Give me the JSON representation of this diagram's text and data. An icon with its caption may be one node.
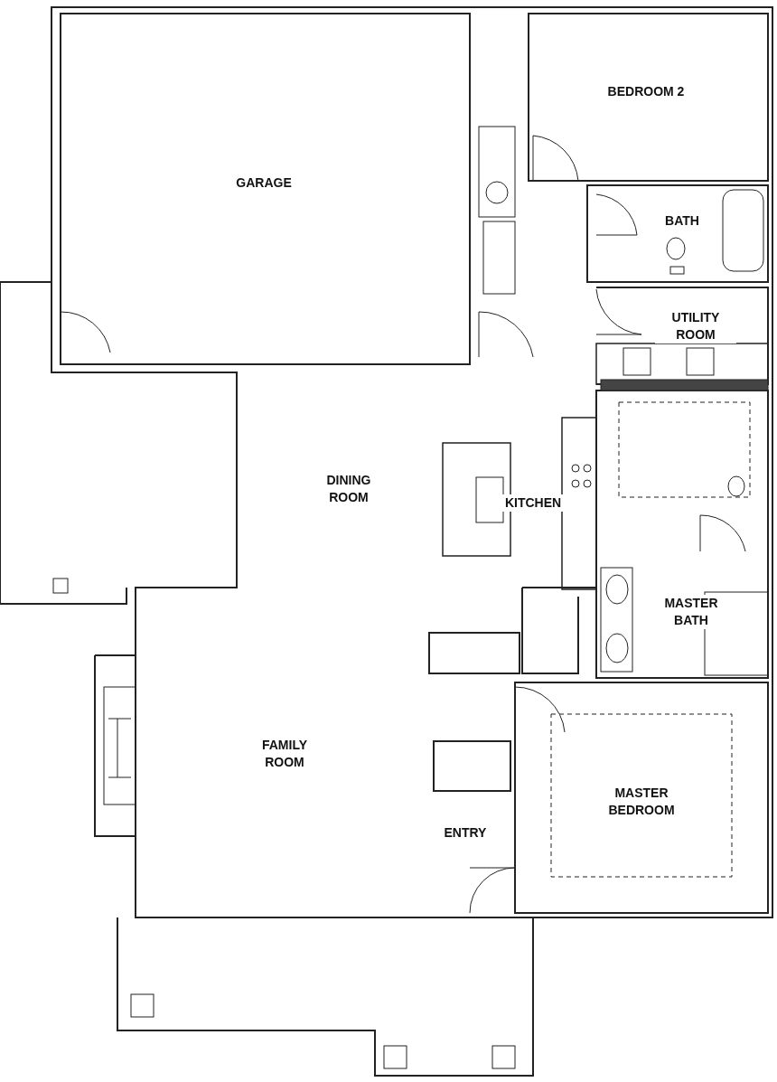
{
  "diagram": {
    "labels": [
      "BEDROOM 2",
      "GARAGE",
      "BATH",
      "UTILITY ROOM",
      "DINING ROOM",
      "KITCHEN",
      "MASTER BATH",
      "FAMILY ROOM",
      "MASTER BEDROOM",
      "ENTRY"
    ]
  }
}
